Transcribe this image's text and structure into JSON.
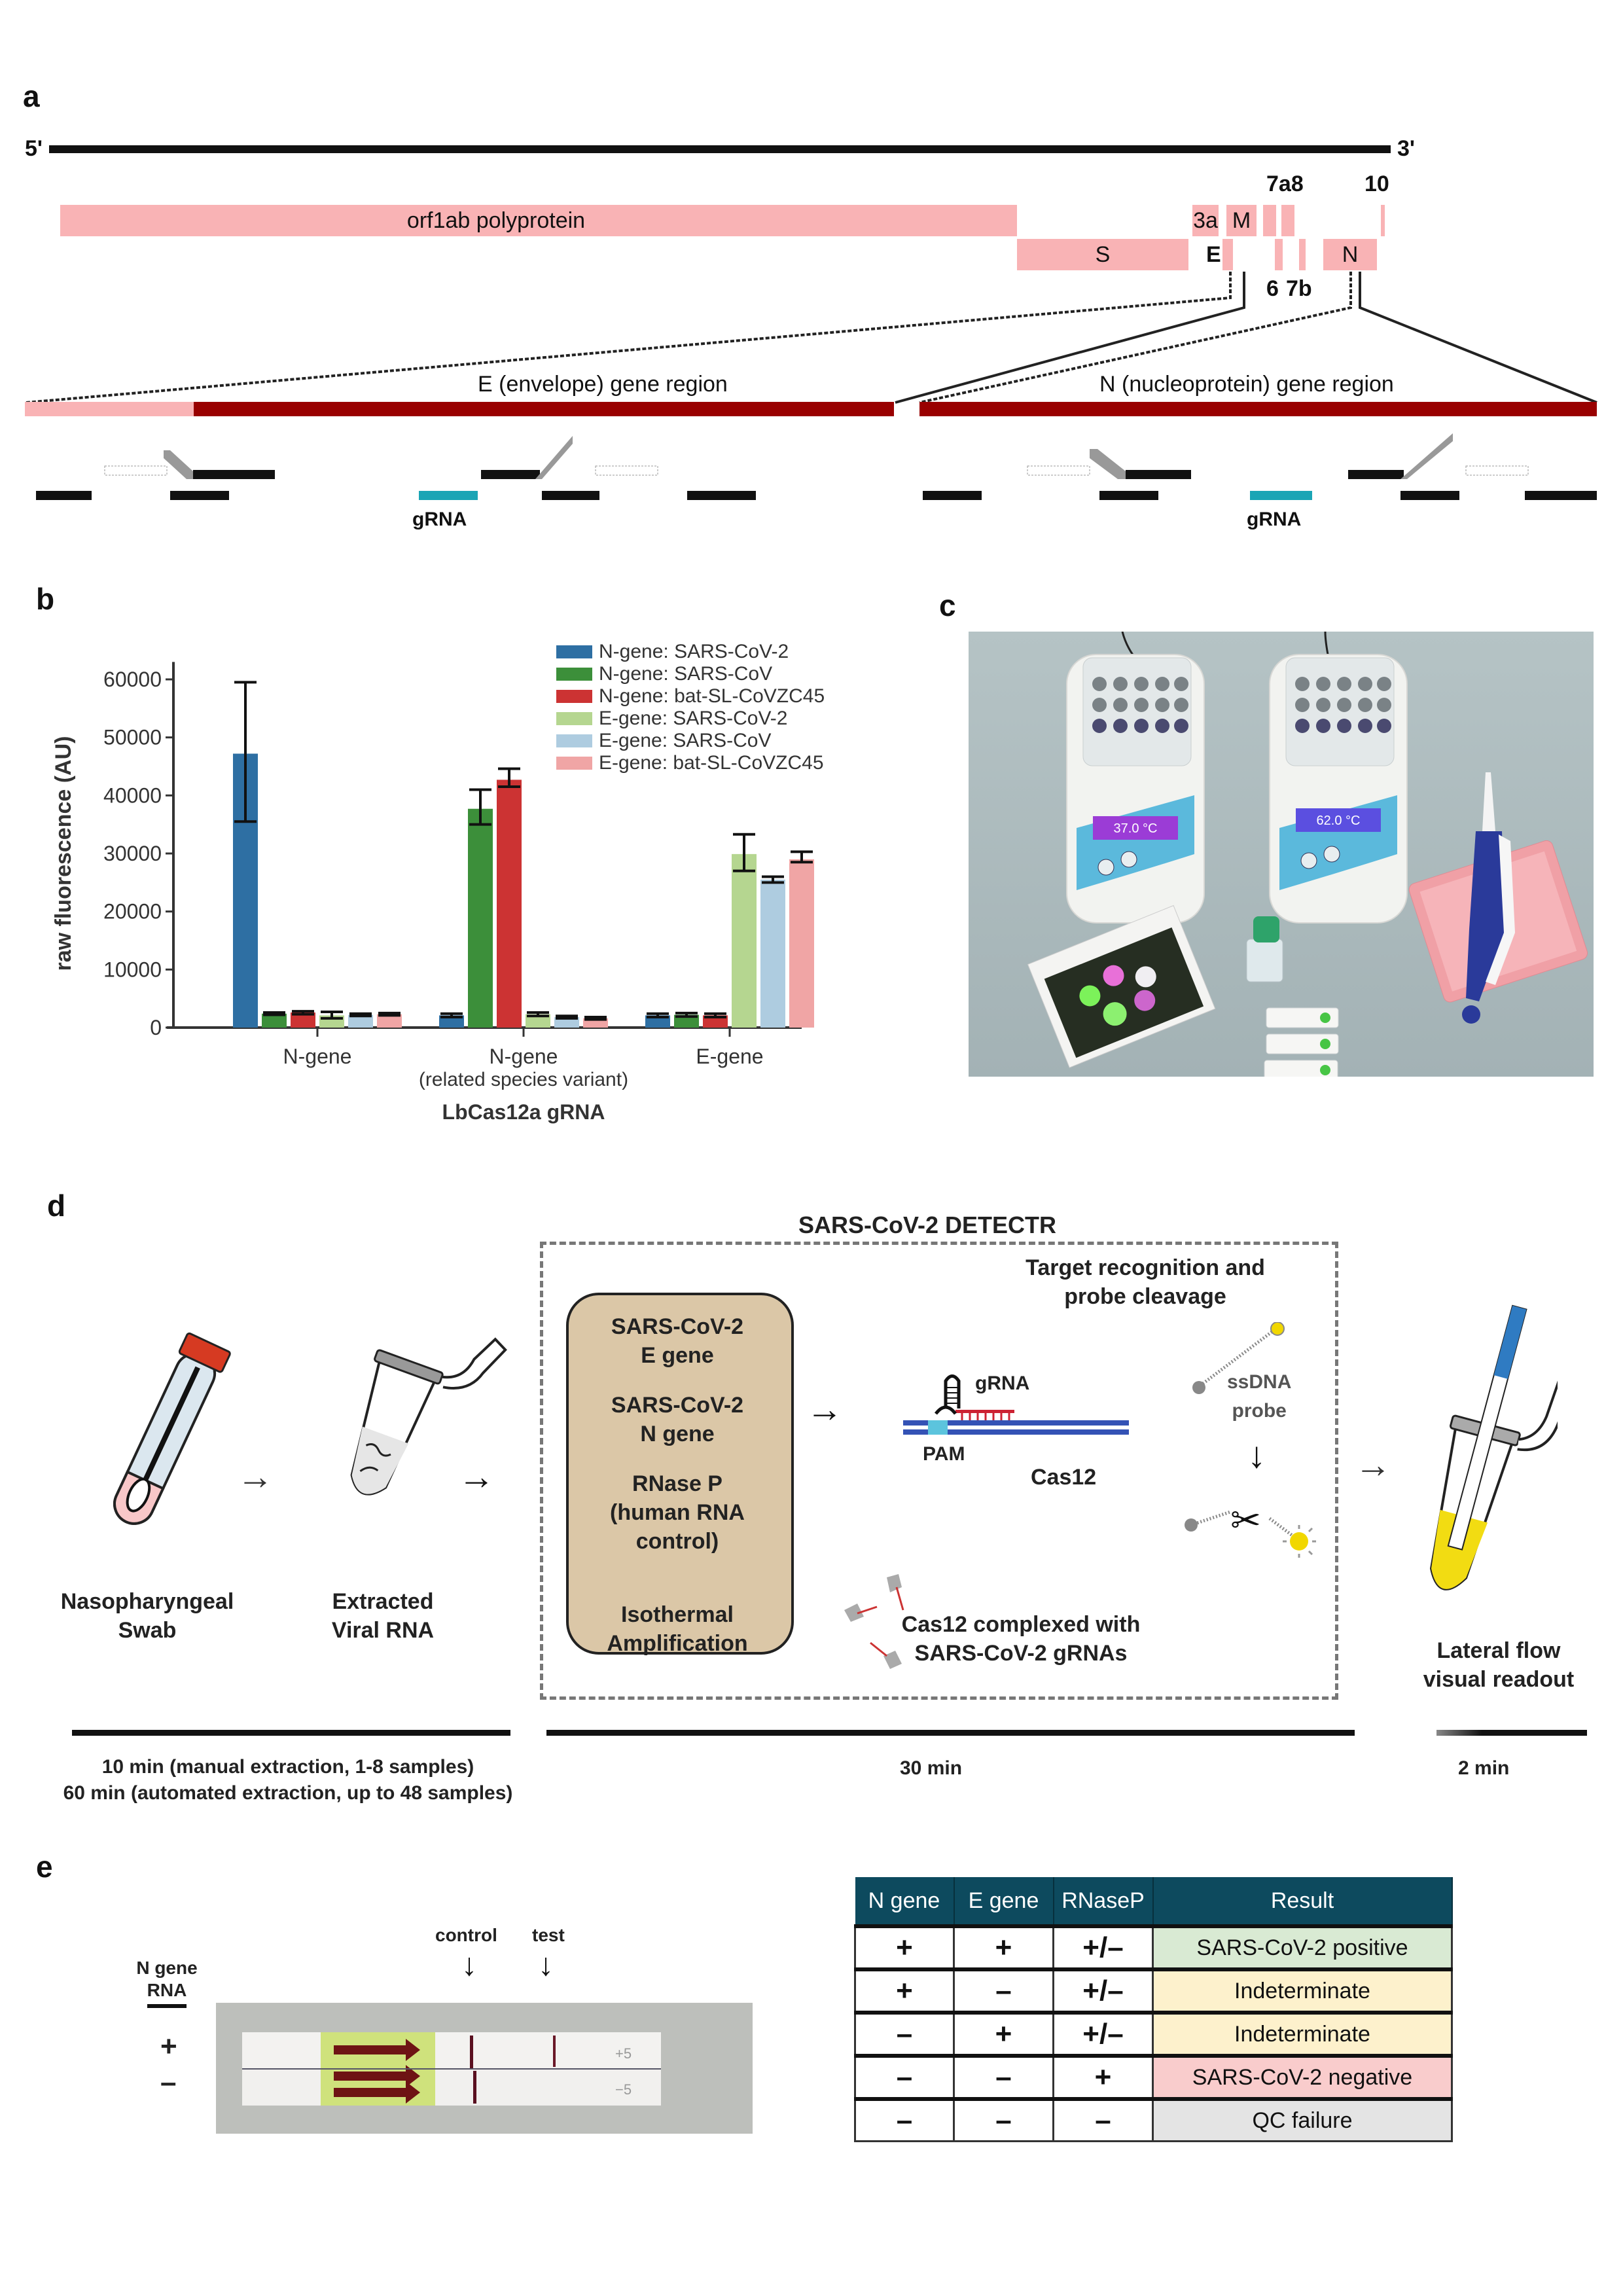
{
  "panel_labels": {
    "a": "a",
    "b": "b",
    "c": "c",
    "d": "d",
    "e": "e"
  },
  "panel_a": {
    "five_prime": "5'",
    "three_prime": "3'",
    "genes_row1": [
      {
        "label": "orf1ab polyprotein"
      },
      {
        "label": "3a"
      },
      {
        "label": "M"
      },
      {
        "label": ""
      },
      {
        "label": ""
      },
      {
        "label": ""
      }
    ],
    "genes_row2": [
      {
        "label": "S"
      },
      {
        "label": "E"
      },
      {
        "label": ""
      },
      {
        "label": ""
      },
      {
        "label": ""
      },
      {
        "label": "N"
      }
    ],
    "top_labels": {
      "7a8": "7a8",
      "10": "10"
    },
    "bottom_labels": {
      "6": "6",
      "7b": "7b"
    },
    "e_region_title": "E (envelope) gene region",
    "n_region_title": "N (nucleoprotein) gene region",
    "grna_label": "gRNA",
    "colors": {
      "gene": "#f9b3b5",
      "region": "#990000",
      "grna": "#1aa5b5"
    }
  },
  "chart_data": {
    "type": "bar",
    "title": "",
    "xlabel": "LbCas12a gRNA",
    "ylabel": "raw fluorescence (AU)",
    "ylim": [
      0,
      65000
    ],
    "yticks": [
      0,
      10000,
      20000,
      30000,
      40000,
      50000,
      60000
    ],
    "ytick_labels": [
      "0",
      "10000",
      "20000",
      "30000",
      "40000",
      "50000",
      "60000"
    ],
    "categories": [
      "N-gene",
      "N-gene\n(related species variant)",
      "E-gene"
    ],
    "category_lines": [
      [
        "N-gene"
      ],
      [
        "N-gene",
        "(related species variant)"
      ],
      [
        "E-gene"
      ]
    ],
    "legend_position": "top-right",
    "grid": false,
    "series": [
      {
        "name": "N-gene: SARS-CoV-2",
        "color": "#2e6fa3",
        "values": [
          47200,
          2100,
          2100
        ],
        "err_low": [
          35500,
          1800,
          1800
        ],
        "err_high": [
          59500,
          2400,
          2400
        ]
      },
      {
        "name": "N-gene: SARS-CoV",
        "color": "#3c8f3a",
        "values": [
          2400,
          37700,
          2200
        ],
        "err_low": [
          2200,
          35000,
          1900
        ],
        "err_high": [
          2600,
          41000,
          2500
        ]
      },
      {
        "name": "N-gene: bat-SL-CoVZC45",
        "color": "#cc3333",
        "values": [
          2600,
          42700,
          2100
        ],
        "err_low": [
          2300,
          41500,
          1800
        ],
        "err_high": [
          2800,
          44600,
          2400
        ]
      },
      {
        "name": "E-gene: SARS-CoV-2",
        "color": "#b5d690",
        "values": [
          2100,
          2300,
          29900
        ],
        "err_low": [
          1600,
          2000,
          27000
        ],
        "err_high": [
          2700,
          2600,
          33300
        ]
      },
      {
        "name": "E-gene: SARS-CoV",
        "color": "#aecce0",
        "values": [
          2200,
          1800,
          25500
        ],
        "err_low": [
          2000,
          1600,
          25000
        ],
        "err_high": [
          2400,
          2000,
          26000
        ]
      },
      {
        "name": "E-gene: bat-SL-CoVZC45",
        "color": "#f0a5a5",
        "values": [
          2300,
          1600,
          29000
        ],
        "err_low": [
          2100,
          1400,
          28500
        ],
        "err_high": [
          2500,
          1800,
          30300
        ]
      }
    ]
  },
  "panel_c": {
    "photo_description": "portable DETECTR kit: two heat blocks, reagent box, buffer vial, lateral flow strips, pipette and tip box",
    "heat_block_display": [
      "37.0 °C",
      "62.0 °C"
    ],
    "colors": {
      "background": "#a9b8bb"
    }
  },
  "panel_d": {
    "title": "SARS-CoV-2 DETECTR",
    "steps": [
      {
        "label_lines": [
          "Nasopharyngeal",
          "Swab"
        ]
      },
      {
        "label_lines": [
          "Extracted",
          "Viral RNA"
        ]
      },
      {
        "label_lines": [
          "Isothermal",
          "Amplification"
        ]
      },
      {
        "label_lines": [
          "Lateral flow",
          "visual readout"
        ]
      }
    ],
    "amplification_targets": [
      [
        "SARS-CoV-2",
        "E gene"
      ],
      [
        "SARS-CoV-2",
        "N gene"
      ],
      [
        "RNase P",
        "(human RNA",
        "control)"
      ]
    ],
    "target_recognition": [
      "Target recognition and",
      "probe cleavage"
    ],
    "grna_label": "gRNA",
    "pam_label": "PAM",
    "cas12_label": "Cas12",
    "probe_label": [
      "ssDNA",
      "probe"
    ],
    "complex_label": [
      "Cas12 complexed with",
      "SARS-CoV-2 gRNAs"
    ],
    "timeline": [
      {
        "lines": [
          "10 min (manual extraction, 1-8 samples)",
          "60 min (automated extraction, up to 48 samples)"
        ]
      },
      {
        "lines": [
          "30 min"
        ]
      },
      {
        "lines": [
          "2 min"
        ]
      }
    ]
  },
  "panel_e": {
    "strip_header": [
      "N gene",
      "RNA"
    ],
    "strip_rows": [
      "+",
      "–"
    ],
    "arrow_labels": {
      "control": "control",
      "test": "test"
    },
    "strip_annotations": [
      "+5",
      "−5"
    ],
    "table": {
      "headers": [
        "N gene",
        "E gene",
        "RNaseP",
        "Result"
      ],
      "rows": [
        {
          "cells": [
            "+",
            "+",
            "+/–"
          ],
          "result": "SARS-CoV-2 positive",
          "color": "#d9ead3"
        },
        {
          "cells": [
            "+",
            "–",
            "+/–"
          ],
          "result": "Indeterminate",
          "color": "#fdf1cc"
        },
        {
          "cells": [
            "–",
            "+",
            "+/–"
          ],
          "result": "Indeterminate",
          "color": "#fdf1cc"
        },
        {
          "cells": [
            "–",
            "–",
            "+"
          ],
          "result": "SARS-CoV-2 negative",
          "color": "#f9cccc"
        },
        {
          "cells": [
            "–",
            "–",
            "–"
          ],
          "result": "QC failure",
          "color": "#e4e4e4"
        }
      ]
    }
  }
}
